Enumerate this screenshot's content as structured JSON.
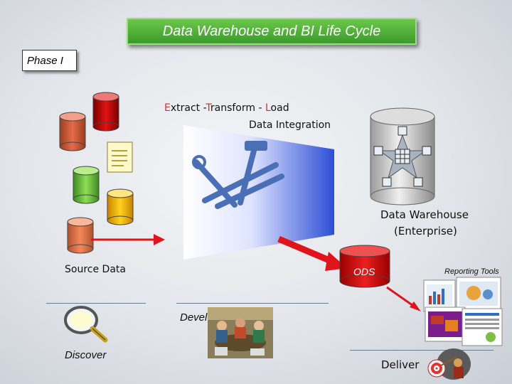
{
  "title": "Data Warehouse and BI Life Cycle",
  "phase_label": "Phase I",
  "etl": {
    "extract_initial": "E",
    "extract_rest": "xtract -",
    "transform_initial": "T",
    "transform_rest": "ransform - ",
    "load_initial": "L",
    "load_rest": "oad"
  },
  "data_integration_label": "Data Integration",
  "data_warehouse_label": "Data Warehouse",
  "enterprise_label": "(Enterprise)",
  "source_data_label": "Source Data",
  "ods_label": "ODS",
  "reporting_tools_label": "Reporting Tools",
  "develop_label": "Develop",
  "discover_label": "Discover",
  "deliver_label": "Deliver",
  "colors": {
    "title_green": "#4cae36",
    "arrow_red": "#e0141b",
    "ods_red": "#c0392b",
    "funnel_blue": "#2e4fd6",
    "separator": "#6b7d94"
  },
  "icons": [
    "database-red-icon",
    "database-orange-icon",
    "database-green-icon",
    "database-yellow-icon",
    "database-salmon-icon",
    "document-icon",
    "tools-icon",
    "star-schema-icon",
    "magnifier-icon",
    "meeting-photo-icon",
    "report-screens-icon",
    "target-icon"
  ]
}
